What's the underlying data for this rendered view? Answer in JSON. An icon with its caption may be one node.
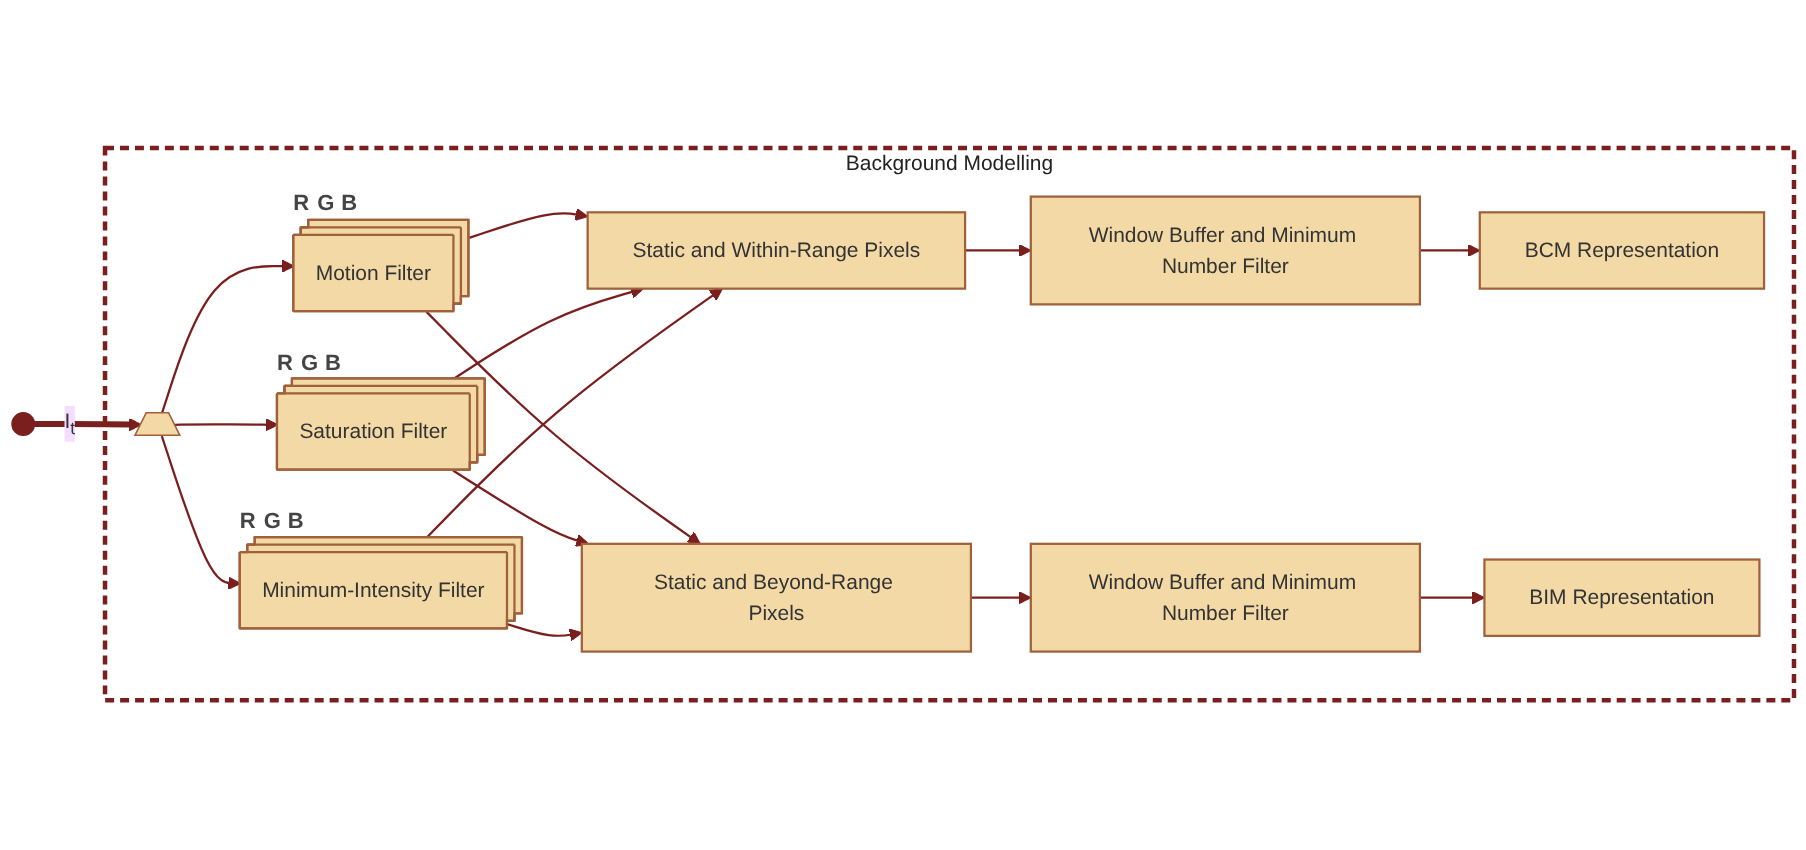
{
  "diagram": {
    "nodes": [
      {
        "text": [
          "Background Modelling"
        ]
      },
      {
        "text": [],
        "shape": "circle"
      },
      {
        "text": [],
        "shape": "trapezoid",
        "in": 0
      },
      {
        "text": [
          "Motion Filter"
        ],
        "beside": [
          "R",
          "G",
          "B"
        ],
        "in": 0
      },
      {
        "text": [
          "Saturation Filter"
        ],
        "beside": [
          "R",
          "G",
          "B"
        ],
        "in": 0
      },
      {
        "text": [
          "Minimum-Intensity Filter"
        ],
        "beside": [
          "R",
          "G",
          "B"
        ],
        "in": 0
      },
      {
        "text": [
          "Static and Within-Range Pixels"
        ],
        "in": 0
      },
      {
        "text": [
          "Window Buffer and Minimum Number Filter"
        ],
        "in": 0
      },
      {
        "text": [
          "BCM Representation"
        ],
        "in": 0
      },
      {
        "text": [
          "Static and Beyond-Range Pixels"
        ],
        "in": 0
      },
      {
        "text": [
          "Window Buffer and Minimum Number Filter"
        ],
        "in": 0
      },
      {
        "text": [
          "BIM Representation"
        ],
        "in": 0
      }
    ],
    "edges": [
      {
        "from": 1,
        "to": 2,
        "arrow": "to",
        "label": "I$_{t}$",
        "style": "thick"
      },
      {
        "from": 2,
        "to": 3,
        "arrow": "to"
      },
      {
        "from": 2,
        "to": 4,
        "arrow": "to"
      },
      {
        "from": 2,
        "to": 5,
        "arrow": "to"
      },
      {
        "from": 3,
        "to": 6,
        "arrow": "to"
      },
      {
        "from": 3,
        "to": 9,
        "arrow": "to"
      },
      {
        "from": 4,
        "to": 6,
        "arrow": "to"
      },
      {
        "from": 4,
        "to": 9,
        "arrow": "to"
      },
      {
        "from": 5,
        "to": 6,
        "arrow": "to"
      },
      {
        "from": 5,
        "to": 9,
        "arrow": "to"
      },
      {
        "from": 6,
        "to": 7,
        "arrow": "to"
      },
      {
        "from": 7,
        "to": 8,
        "arrow": "to"
      },
      {
        "from": 9,
        "to": 10,
        "arrow": "to"
      },
      {
        "from": 10,
        "to": 11,
        "arrow": "to"
      }
    ]
  }
}
